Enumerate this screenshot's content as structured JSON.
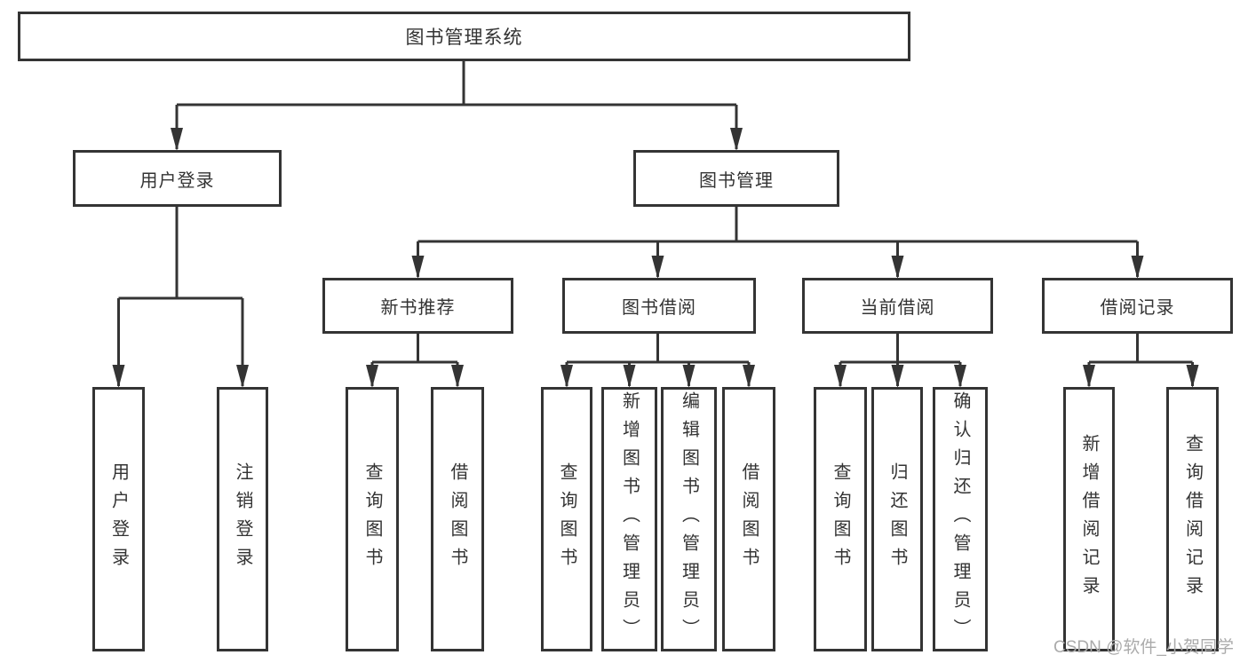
{
  "tree": {
    "title": "图书管理系统",
    "modules": [
      {
        "label": "用户登录",
        "children": [
          {
            "label": "用户登录"
          },
          {
            "label": "注销登录"
          }
        ]
      },
      {
        "label": "图书管理",
        "children": [
          {
            "label": "新书推荐",
            "children": [
              {
                "label": "查询图书"
              },
              {
                "label": "借阅图书"
              }
            ]
          },
          {
            "label": "图书借阅",
            "children": [
              {
                "label": "查询图书"
              },
              {
                "label": "新增图书（管理员）"
              },
              {
                "label": "编辑图书（管理员）"
              },
              {
                "label": "借阅图书"
              }
            ]
          },
          {
            "label": "当前借阅",
            "children": [
              {
                "label": "查询图书"
              },
              {
                "label": "归还图书"
              },
              {
                "label": "确认归还（管理员）"
              }
            ]
          },
          {
            "label": "借阅记录",
            "children": [
              {
                "label": "新增借阅记录"
              },
              {
                "label": "查询借阅记录"
              }
            ]
          }
        ]
      }
    ]
  },
  "watermark": {
    "text": "CSDN @软件_小贺同学"
  },
  "colors": {
    "line": "#343434",
    "text": "#333333",
    "watermark": "#ababab",
    "background": "#ffffff"
  }
}
